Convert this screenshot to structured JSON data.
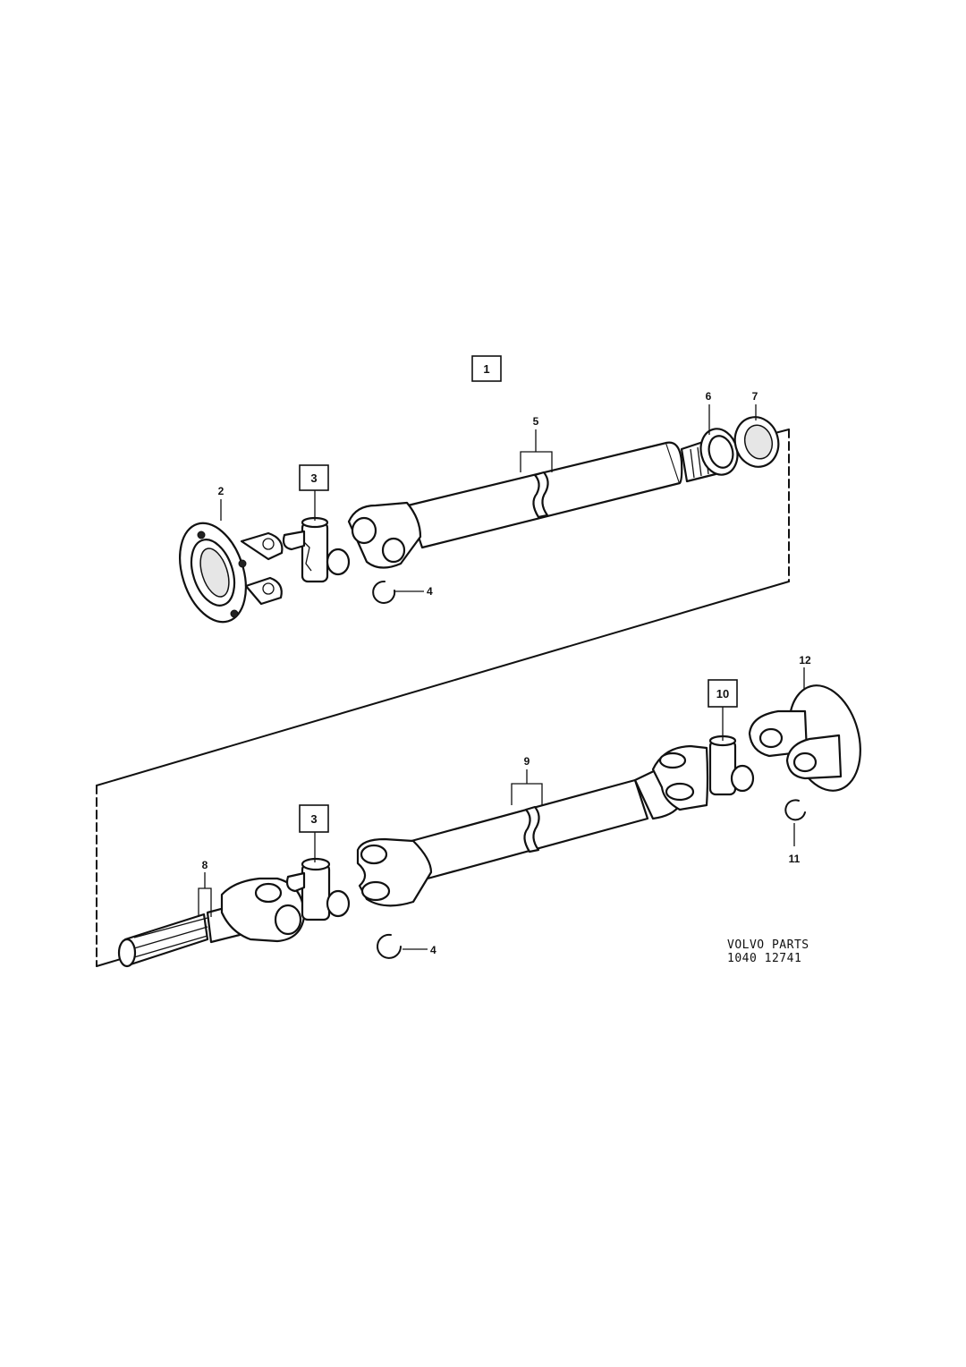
{
  "diagram": {
    "callouts": {
      "c1": "1",
      "c2": "2",
      "c3a": "3",
      "c4a": "4",
      "c5": "5",
      "c6": "6",
      "c7": "7",
      "c8": "8",
      "c9": "9",
      "c10": "10",
      "c11": "11",
      "c12": "12",
      "c3b": "3",
      "c4b": "4"
    },
    "reference": {
      "line1": "VOLVO PARTS",
      "line2": "1040  12741"
    }
  }
}
